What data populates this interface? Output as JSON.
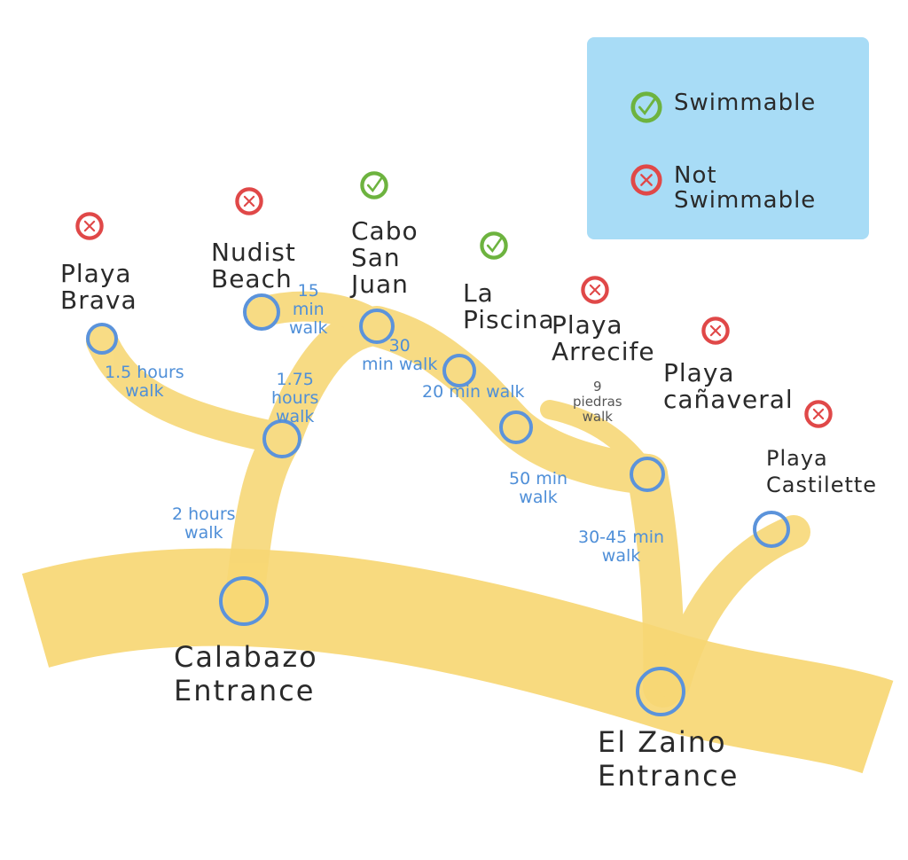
{
  "legend": {
    "swimmable_label": "Swimmable",
    "not_swimmable_line1": "Not",
    "not_swimmable_line2": "Swimmable"
  },
  "colors": {
    "path": "#f7d774",
    "node": "#5b93db",
    "swimmable": "#6db33f",
    "not_swimmable": "#e04848",
    "legend_bg": "#a8dcf6",
    "walk_text": "#4f8fd8"
  },
  "icons": {
    "swimmable": "check-circle-icon",
    "not_swimmable": "x-circle-icon"
  },
  "beaches": [
    {
      "id": "playa-brava",
      "line1": "Playa",
      "line2": "Brava",
      "status": "not_swimmable"
    },
    {
      "id": "nudist-beach",
      "line1": "Nudist",
      "line2": "Beach",
      "status": "not_swimmable"
    },
    {
      "id": "cabo-san-juan",
      "line1": "Cabo",
      "line2": "San",
      "line3": "Juan",
      "status": "swimmable"
    },
    {
      "id": "la-piscina",
      "line1": "La",
      "line2": "Piscina",
      "status": "swimmable"
    },
    {
      "id": "playa-arrecife",
      "line1": "Playa",
      "line2": "Arrecife",
      "status": "not_swimmable"
    },
    {
      "id": "playa-canaveral",
      "line1": "Playa",
      "line2": "cañaveral",
      "status": "not_swimmable"
    },
    {
      "id": "playa-castilette",
      "line1": "Playa",
      "line2": "Castilette",
      "status": "not_swimmable"
    }
  ],
  "entrances": [
    {
      "id": "calabazo",
      "line1": "Calabazo",
      "line2": "Entrance"
    },
    {
      "id": "el-zaino",
      "line1": "El Zaino",
      "line2": "Entrance"
    }
  ],
  "walks": [
    {
      "line1": "1.5 hours",
      "line2": "walk"
    },
    {
      "line1": "1.75",
      "line2": "hours",
      "line3": "walk"
    },
    {
      "line1": "15",
      "line2": "min",
      "line3": "walk"
    },
    {
      "line1": "30",
      "line2": "min walk"
    },
    {
      "line1": "20 min walk"
    },
    {
      "line1": "9",
      "line2": "piedras",
      "line3": "walk"
    },
    {
      "line1": "50 min",
      "line2": "walk"
    },
    {
      "line1": "2 hours",
      "line2": "walk"
    },
    {
      "line1": "30-45 min",
      "line2": "walk"
    }
  ]
}
